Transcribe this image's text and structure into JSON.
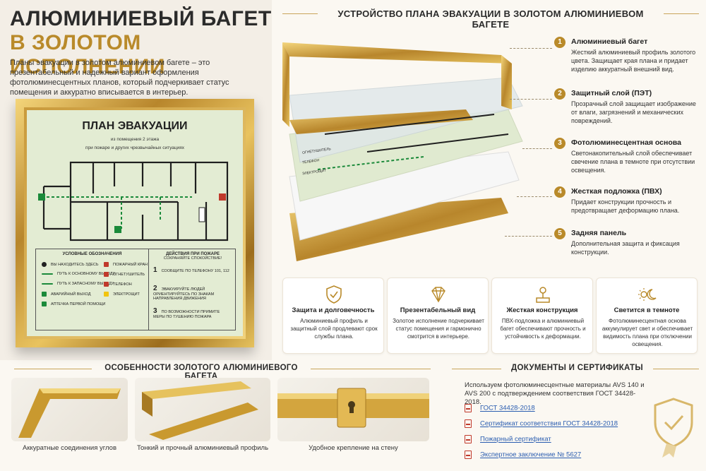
{
  "hero": {
    "title_line1": "АЛЮМИНИЕВЫЙ БАГЕТ",
    "title_line2": "В ЗОЛОТОМ ИСПОЛНЕНИИ",
    "description": "Планы эвакуации в золотом алюминиевом багете – это презентабельный и надежный вариант оформления фотолюминесцентных планов, который подчеркивает статус помещения и аккуратно вписывается в интерьер."
  },
  "plan": {
    "title": "ПЛАН ЭВАКУАЦИИ",
    "subtitle1": "из помещения 2 этажа",
    "subtitle2": "при пожаре и других чрезвычайных ситуациях",
    "legend_head": "УСЛОВНЫЕ ОБОЗНАЧЕНИЯ",
    "legend": [
      "ВЫ НАХОДИТЕСЬ ЗДЕСЬ",
      "ПУТЬ К ОСНОВНОМУ ВЫХОДУ",
      "ПУТЬ К ЗАПАСНОМУ ВЫХОДУ",
      "АВАРИЙНЫЙ ВЫХОД",
      "АПТЕЧКА ПЕРВОЙ ПОМОЩИ"
    ],
    "legend2": [
      "ПОЖАРНЫЙ КРАН",
      "ОГНЕТУШИТЕЛЬ",
      "ТЕЛЕФОН",
      "ЭЛЕКТРОЩИТ"
    ],
    "actions_head": "ДЕЙСТВИЯ ПРИ ПОЖАРЕ",
    "actions_sub": "СОХРАНЯЙТЕ СПОКОЙСТВИЕ!",
    "actions": [
      {
        "n": "1",
        "text": "СООБЩИТЕ ПО ТЕЛЕФОНУ 101, 112"
      },
      {
        "n": "2",
        "text": "ЭВАКУИРУЙТЕ ЛЮДЕЙ ОРИЕНТИРУЙТЕСЬ ПО ЗНАКАМ НАПРАВЛЕНИЯ ДВИЖЕНИЯ"
      },
      {
        "n": "3",
        "text": "ПО ВОЗМОЖНОСТИ ПРИМИТЕ МЕРЫ ПО ТУШЕНИЮ ПОЖАРА"
      }
    ]
  },
  "device": {
    "title": "УСТРОЙСТВО ПЛАНА ЭВАКУАЦИИ В ЗОЛОТОМ АЛЮМИНИЕВОМ БАГЕТЕ",
    "layer_labels": [
      "ОГНЕТУШИТЕЛЬ",
      "ТЕЛЕФОН",
      "ЭЛЕКТРОЩИТ"
    ],
    "layers": [
      {
        "n": "1",
        "title": "Алюминиевый багет",
        "text": "Жесткий алюминиевый профиль золотого цвета. Защищает края плана и придает изделию аккуратный внешний вид."
      },
      {
        "n": "2",
        "title": "Защитный слой (ПЭТ)",
        "text": "Прозрачный слой защищает изображение от влаги, загрязнений и механических повреждений."
      },
      {
        "n": "3",
        "title": "Фотолюминесцентная основа",
        "text": "Светонакопительный слой обеспечивает свечение плана в темноте при отсутствии освещения."
      },
      {
        "n": "4",
        "title": "Жесткая подложка (ПВХ)",
        "text": "Придает конструкции прочность и предотвращает деформацию плана."
      },
      {
        "n": "5",
        "title": "Задняя панель",
        "text": "Дополнительная защита и фиксация конструкции."
      }
    ]
  },
  "cards": [
    {
      "icon": "shield-check-icon",
      "title": "Защита и долговечность",
      "text": "Алюминиевый профиль и защитный слой продлевают срок службы плана."
    },
    {
      "icon": "diamond-icon",
      "title": "Презентабельный вид",
      "text": "Золотое исполнение подчеркивает статус помещения и гармонично смотрится в интерьере."
    },
    {
      "icon": "weight-icon",
      "title": "Жесткая конструкция",
      "text": "ПВХ-подложка и алюминиевый багет обеспечивают прочность и устойчивость к деформации."
    },
    {
      "icon": "sun-moon-icon",
      "title": "Светится в темноте",
      "text": "Фотолюминесцентная основа аккумулирует свет и обеспечивает видимость плана при отключении освещения."
    }
  ],
  "features": {
    "title": "ОСОБЕННОСТИ ЗОЛОТОГО АЛЮМИНИЕВОГО БАГЕТА",
    "items": [
      "Аккуратные соединения углов",
      "Тонкий и прочный алюминиевый профиль",
      "Удобное крепление на стену"
    ]
  },
  "docs": {
    "title": "ДОКУМЕНТЫ И СЕРТИФИКАТЫ",
    "description": "Используем фотолюминесцентные материалы AVS 140 и AVS 200 с подтверждением соответствия ГОСТ 34428-2018.",
    "links": [
      "ГОСТ 34428-2018",
      "Сертификат соответствия ГОСТ 34428-2018",
      "Пожарный сертификат",
      "Экспертное заключение № 5627"
    ]
  },
  "colors": {
    "gold": "#b98a2a",
    "background": "#fbf8f2",
    "link": "#2a5db0",
    "plan_green": "#e3ecd3"
  }
}
